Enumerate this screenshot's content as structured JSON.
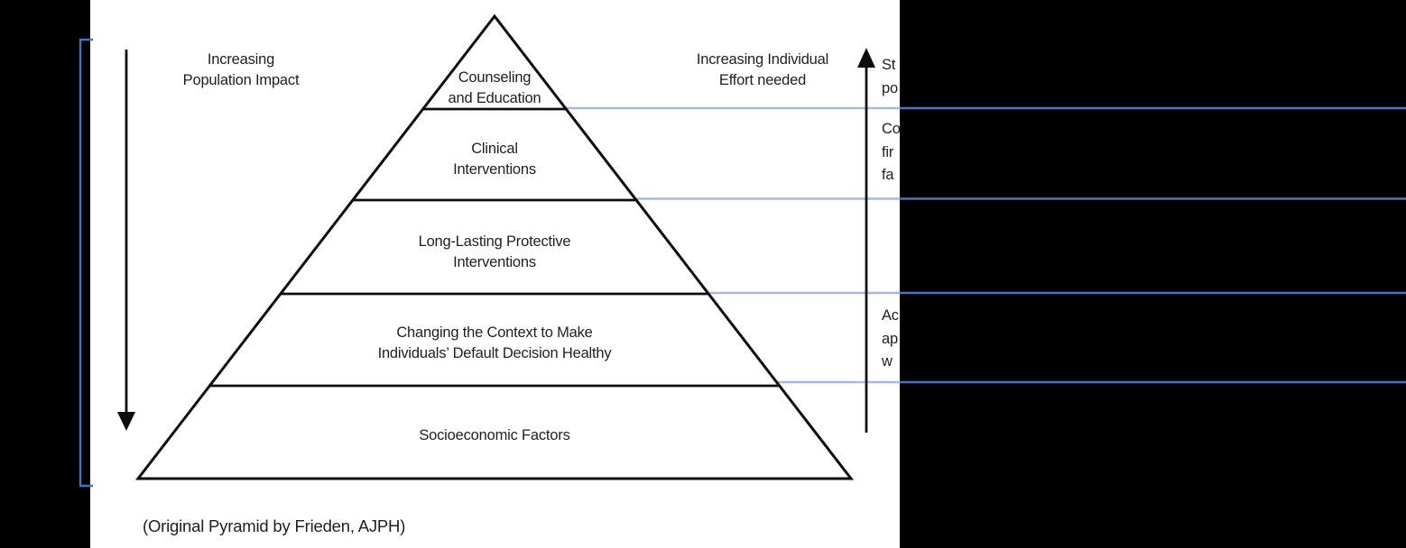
{
  "colors": {
    "background": "#000000",
    "slide_bg": "#ffffff",
    "diagram_stroke": "#0d0d0d",
    "text": "#1f1f1f",
    "connector_on_white": "#a9b8dc",
    "connector_on_black": "#4d72c6",
    "bracket": "#4472c4"
  },
  "left_axis": {
    "label": "Increasing\nPopulation Impact",
    "arrow_direction": "down"
  },
  "right_axis": {
    "label": "Increasing Individual\nEffort needed",
    "arrow_direction": "up"
  },
  "pyramid": {
    "levels": [
      {
        "label": "Counseling\nand Education"
      },
      {
        "label": "Clinical\nInterventions"
      },
      {
        "label": "Long-Lasting Protective\nInterventions"
      },
      {
        "label": "Changing the Context to Make\nIndividuals’ Default Decision Healthy"
      },
      {
        "label": "Socioeconomic Factors"
      }
    ]
  },
  "right_annotation_fragments": [
    {
      "text": "St\npo"
    },
    {
      "text": "Co\nfir\nfa"
    },
    {
      "text": "Ac\nap\nw"
    }
  ],
  "caption": "(Original Pyramid by Frieden, AJPH)"
}
